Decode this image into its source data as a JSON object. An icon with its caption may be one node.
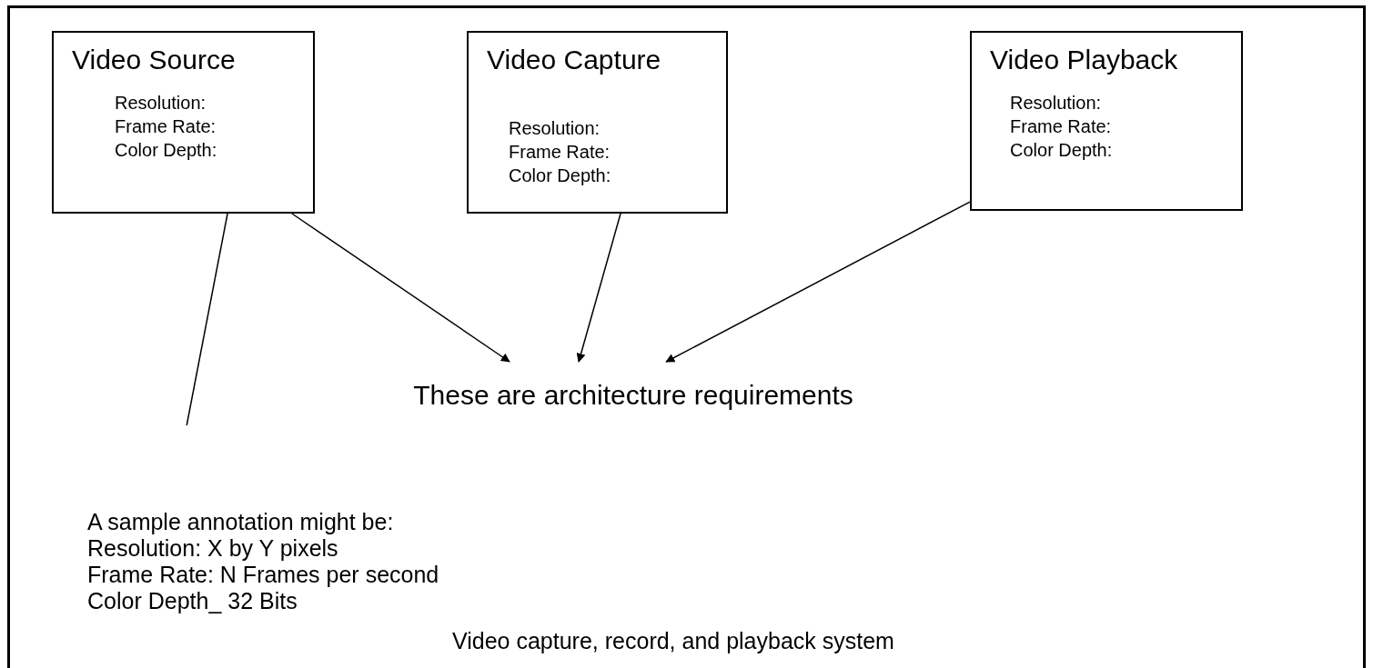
{
  "diagram": {
    "caption": "Video capture, record, and playback system",
    "nodes": [
      {
        "text": [
          "Video Source",
          "Resolution: Frame Rate: Color Depth:"
        ]
      },
      {
        "text": [
          "Video Capture",
          "Resolution: Frame Rate: Color Depth:"
        ]
      },
      {
        "text": [
          "Video Playback",
          "Resolution: Frame Rate: Color Depth:"
        ]
      },
      {
        "text": [
          "These are architecture requirements"
        ]
      },
      {
        "text": [
          "A sample annotation might be:",
          "Resolution: X by Y pixels",
          "Frame Rate: N Frames per second",
          "Color Depth_ 32 Bits"
        ]
      }
    ],
    "edges": [
      {
        "from": 0,
        "to": 3,
        "arrow": "to"
      },
      {
        "from": 1,
        "to": 3,
        "arrow": "to"
      },
      {
        "from": 2,
        "to": 3,
        "arrow": "to"
      },
      {
        "from": 0,
        "to": 4,
        "arrow": "none"
      }
    ]
  }
}
